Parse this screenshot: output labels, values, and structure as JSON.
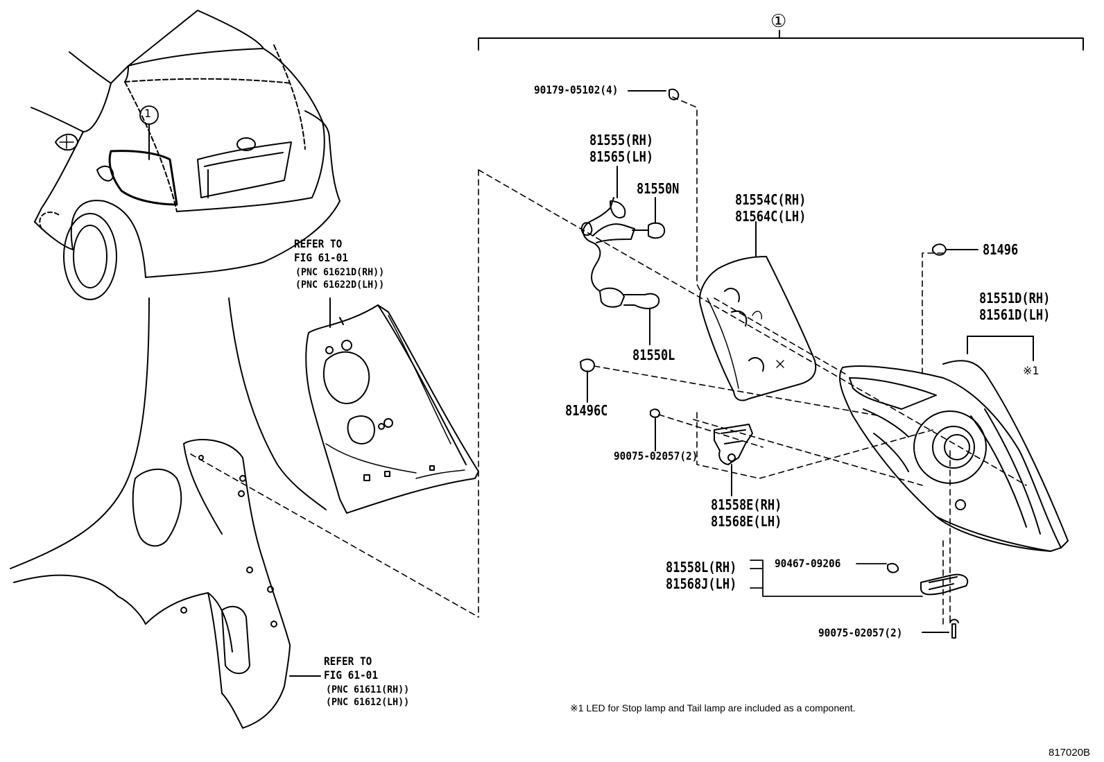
{
  "callout_assembly": "①",
  "labels": {
    "p90179": "90179-05102(4)",
    "p81555_rh": "81555(RH)",
    "p81565_lh": "81565(LH)",
    "p81550n": "81550N",
    "p81550l": "81550L",
    "p81554c_rh": "81554C(RH)",
    "p81564c_lh": "81564C(LH)",
    "p81496": "81496",
    "p81551d_rh": "81551D(RH)",
    "p81561d_lh": "81561D(LH)",
    "note_mark": "※1",
    "p81496c": "81496C",
    "p90075_a": "90075-02057(2)",
    "p81558e_rh": "81558E(RH)",
    "p81568e_lh": "81568E(LH)",
    "p81558l_rh": "81558L(RH)",
    "p81568j_lh": "81568J(LH)",
    "p90467": "90467-09206",
    "p90075_b": "90075-02057(2)"
  },
  "refer_upper": {
    "line1": "REFER TO",
    "line2": "FIG 61-01",
    "line3": "(PNC 61621D(RH))",
    "line4": "(PNC 61622D(LH))"
  },
  "refer_lower": {
    "line1": "REFER TO",
    "line2": "FIG 61-01",
    "line3": "(PNC 61611(RH))",
    "line4": "(PNC 61612(LH))"
  },
  "footnote": "※1 LED for Stop lamp and Tail lamp are included as a component.",
  "diagram_code": "817020B",
  "car_callout": "①"
}
